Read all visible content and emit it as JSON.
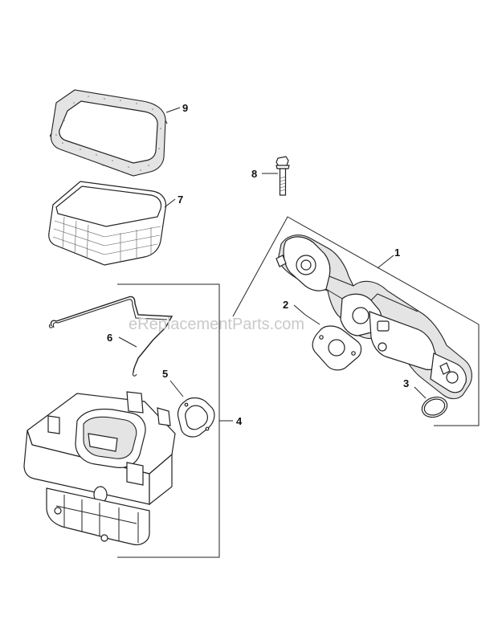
{
  "watermark": "eReplacementParts.com",
  "callouts": [
    {
      "id": "1",
      "label": "1"
    },
    {
      "id": "2",
      "label": "2"
    },
    {
      "id": "3",
      "label": "3"
    },
    {
      "id": "4",
      "label": "4"
    },
    {
      "id": "5",
      "label": "5"
    },
    {
      "id": "6",
      "label": "6"
    },
    {
      "id": "7",
      "label": "7"
    },
    {
      "id": "8",
      "label": "8"
    },
    {
      "id": "9",
      "label": "9"
    }
  ]
}
